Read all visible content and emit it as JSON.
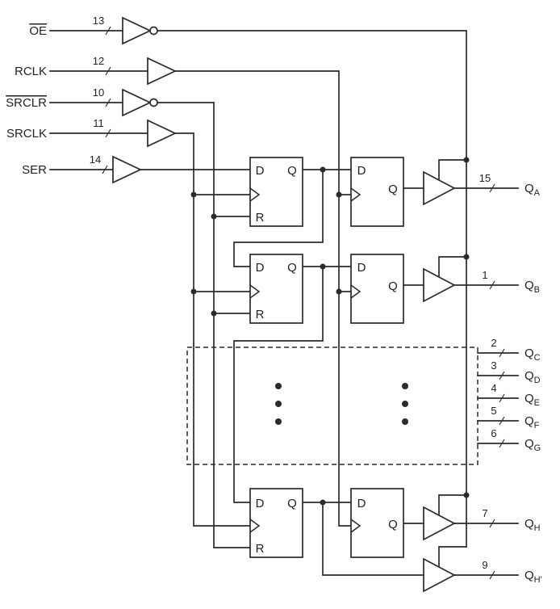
{
  "colors": {
    "ink": "#2b2b2b",
    "background": "#ffffff"
  },
  "inputs": [
    {
      "label": "OE",
      "pin": "13",
      "overline": true,
      "inverting": true
    },
    {
      "label": "RCLK",
      "pin": "12",
      "overline": false,
      "inverting": false
    },
    {
      "label": "SRCLR",
      "pin": "10",
      "overline": true,
      "inverting": true
    },
    {
      "label": "SRCLK",
      "pin": "11",
      "overline": false,
      "inverting": false
    },
    {
      "label": "SER",
      "pin": "14",
      "overline": false,
      "inverting": false
    }
  ],
  "outputs": [
    {
      "base": "Q",
      "sub": "A",
      "pin": "15"
    },
    {
      "base": "Q",
      "sub": "B",
      "pin": "1"
    },
    {
      "base": "Q",
      "sub": "C",
      "pin": "2"
    },
    {
      "base": "Q",
      "sub": "D",
      "pin": "3"
    },
    {
      "base": "Q",
      "sub": "E",
      "pin": "4"
    },
    {
      "base": "Q",
      "sub": "F",
      "pin": "5"
    },
    {
      "base": "Q",
      "sub": "G",
      "pin": "6"
    },
    {
      "base": "Q",
      "sub": "H",
      "pin": "7"
    },
    {
      "base": "Q",
      "sub": "H'",
      "pin": "9"
    }
  ],
  "ff": {
    "d": "D",
    "q": "Q",
    "r": "R"
  }
}
